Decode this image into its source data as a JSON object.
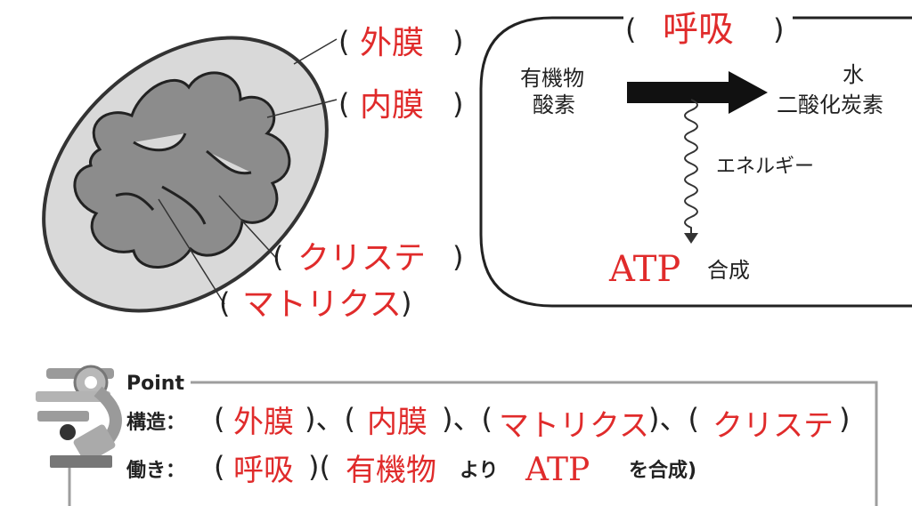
{
  "mitochondria": {
    "outer_membrane": "外膜",
    "inner_membrane": "内膜",
    "cristae": "クリステ",
    "matrix": "マトリクス"
  },
  "respiration_box": {
    "title": "呼吸",
    "input_line1": "有機物",
    "input_line2": "酸素",
    "output_line1": "水",
    "output_line2": "二酸化炭素",
    "energy_label": "エネルギー",
    "atp": "ATP",
    "atp_suffix": "合成"
  },
  "point": {
    "heading": "Point",
    "structure_label": "構造：",
    "structure_items": [
      "外膜",
      "内膜",
      "マトリクス",
      "クリステ"
    ],
    "function_label": "働き：",
    "function_answer": "呼吸",
    "function_object": "有機物",
    "function_from": "より",
    "function_atp": "ATP",
    "function_tail": "を合成)"
  },
  "colors": {
    "answer_red": "#e02b2b",
    "outer_fill": "#d9d9d9",
    "inner_fill": "#8c8c8c",
    "ink": "#222222"
  },
  "icons": [
    "microscope-icon"
  ]
}
